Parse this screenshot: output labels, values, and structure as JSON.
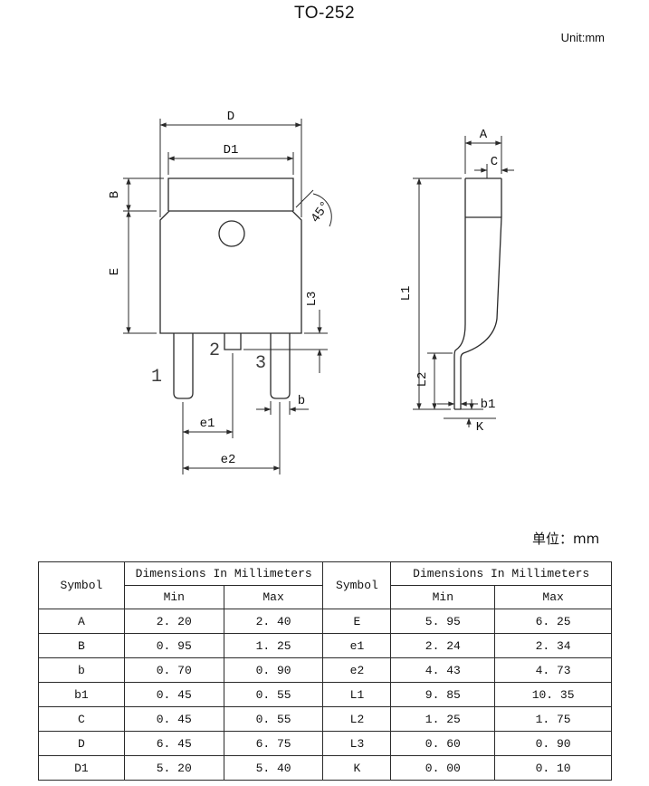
{
  "page": {
    "title": "TO-252",
    "unit_top": "Unit:mm",
    "unit_table": "单位：mm"
  },
  "labels": {
    "D": "D",
    "D1": "D1",
    "B": "B",
    "E": "E",
    "L3": "L3",
    "b": "b",
    "e1": "e1",
    "e2": "e2",
    "angle45": "45°",
    "pin1": "1",
    "pin2": "2",
    "pin3": "3",
    "A": "A",
    "C": "C",
    "L1": "L1",
    "L2": "L2",
    "b1": "b1",
    "K": "K"
  },
  "table": {
    "header": {
      "symbol": "Symbol",
      "dims": "Dimensions In Millimeters",
      "min": "Min",
      "max": "Max"
    },
    "rows": [
      [
        "A",
        "2. 20",
        "2. 40",
        "E",
        "5. 95",
        "6. 25"
      ],
      [
        "B",
        "0. 95",
        "1. 25",
        "e1",
        "2. 24",
        "2. 34"
      ],
      [
        "b",
        "0. 70",
        "0. 90",
        "e2",
        "4. 43",
        "4. 73"
      ],
      [
        "b1",
        "0. 45",
        "0. 55",
        "L1",
        "9. 85",
        "10. 35"
      ],
      [
        "C",
        "0. 45",
        "0. 55",
        "L2",
        "1. 25",
        "1. 75"
      ],
      [
        "D",
        "6. 45",
        "6. 75",
        "L3",
        "0. 60",
        "0. 90"
      ],
      [
        "D1",
        "5. 20",
        "5. 40",
        "K",
        "0. 00",
        "0. 10"
      ]
    ]
  }
}
